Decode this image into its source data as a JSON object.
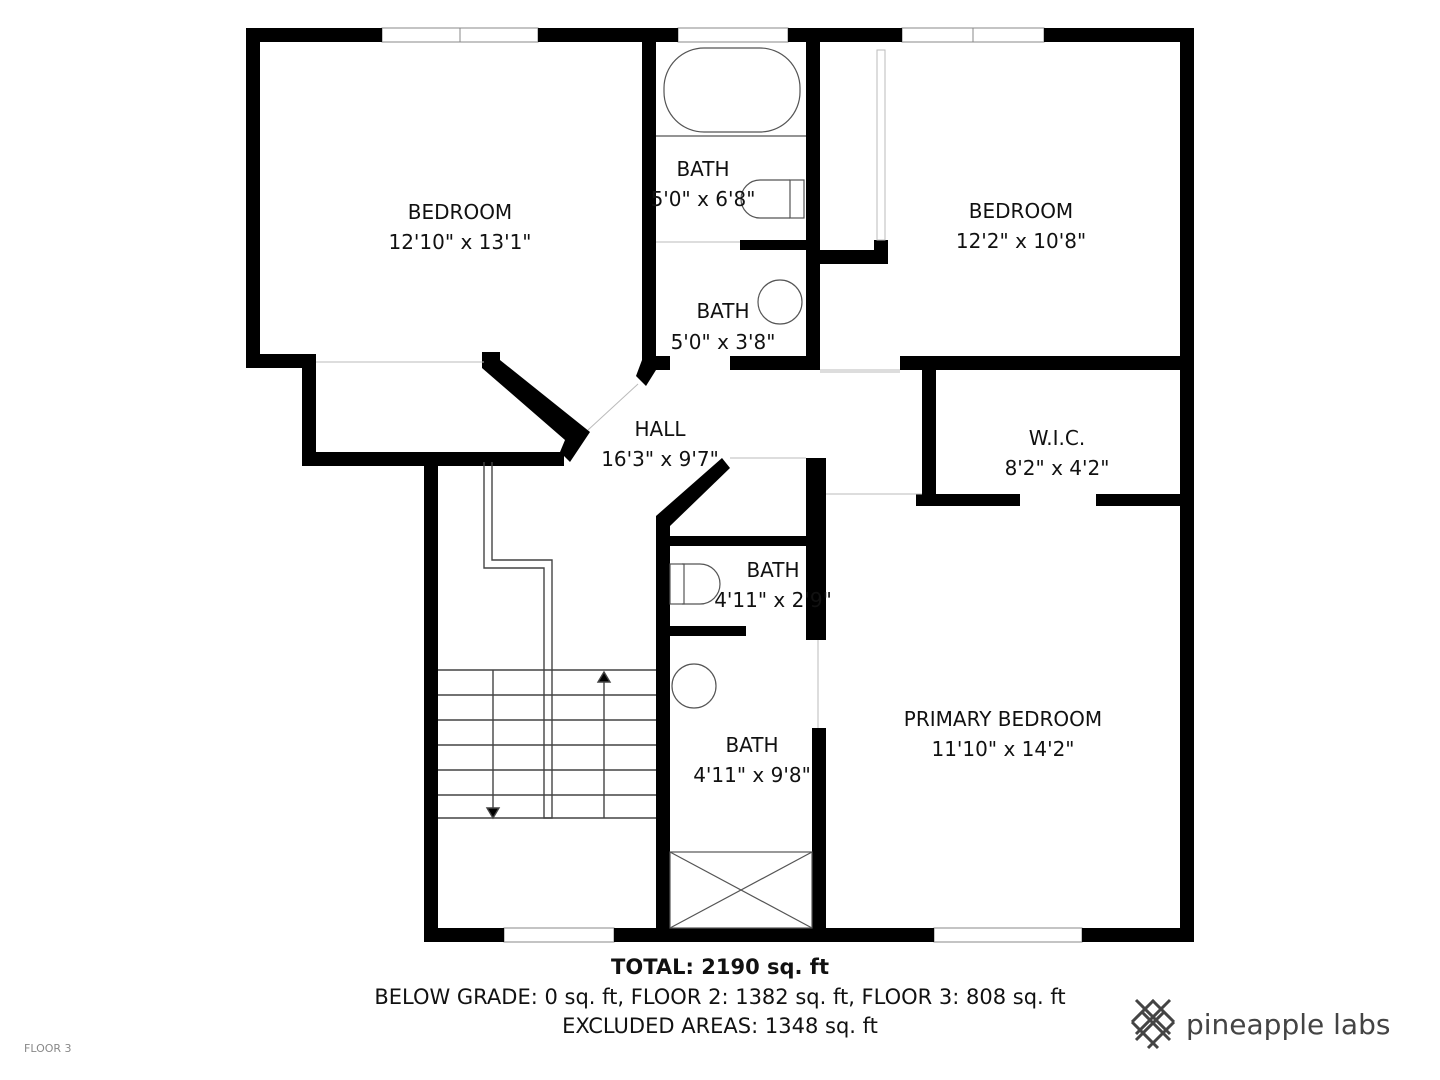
{
  "rooms": [
    {
      "name": "BEDROOM",
      "dims": "12'10\" x 13'1\""
    },
    {
      "name": "BATH",
      "dims": "5'0\" x 6'8\""
    },
    {
      "name": "BEDROOM",
      "dims": "12'2\" x 10'8\""
    },
    {
      "name": "BATH",
      "dims": "5'0\" x 3'8\""
    },
    {
      "name": "HALL",
      "dims": "16'3\" x 9'7\""
    },
    {
      "name": "W.I.C.",
      "dims": "8'2\" x 4'2\""
    },
    {
      "name": "BATH",
      "dims": "4'11\" x 2'9\""
    },
    {
      "name": "PRIMARY BEDROOM",
      "dims": "11'10\" x 14'2\""
    },
    {
      "name": "BATH",
      "dims": "4'11\" x 9'8\""
    }
  ],
  "summary": {
    "total": "TOTAL: 2190 sq. ft",
    "areas": "BELOW GRADE: 0 sq. ft, FLOOR 2: 1382 sq. ft, FLOOR 3: 808 sq. ft",
    "excluded": "EXCLUDED AREAS: 1348 sq. ft"
  },
  "floor_label": "FLOOR 3",
  "logo": {
    "text": "pineapple labs",
    "icon": "pineapple-lattice-icon",
    "color": "#444444"
  }
}
